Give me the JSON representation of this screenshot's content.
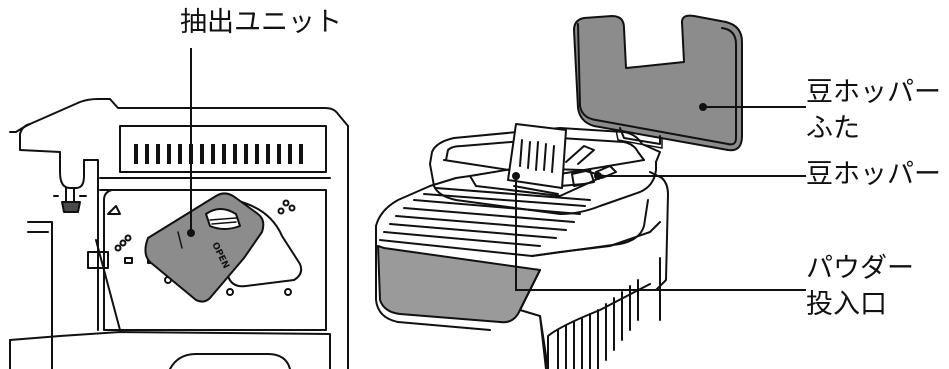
{
  "labels": {
    "brew_unit": "抽出ユニット",
    "bean_hopper_lid_line1": "豆ホッパー",
    "bean_hopper_lid_line2": "ふた",
    "bean_hopper": "豆ホッパー",
    "powder_inlet_line1": "パウダー",
    "powder_inlet_line2": "投入口"
  },
  "unit_marking": "OPEN",
  "colors": {
    "ink": "#111111",
    "panel_gray": "#8c8c8c",
    "dark_fill": "#4a4a4a",
    "window_gray": "#9a9a9a",
    "background": "#ffffff"
  }
}
